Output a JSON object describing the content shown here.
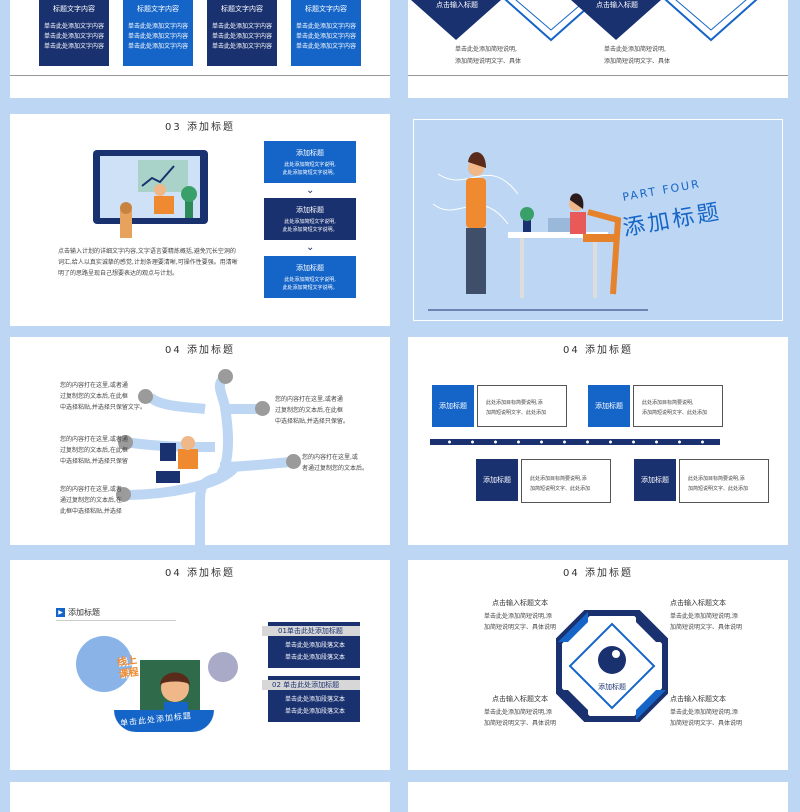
{
  "colors": {
    "bg": "#bcd6f4",
    "navy": "#1a3170",
    "blue": "#1565c8",
    "light": "#aac9ef",
    "gray": "#9b9b9b",
    "orange": "#f08a30"
  },
  "slide1": {
    "cards": [
      {
        "title": "标题文字内容",
        "lines": [
          "单击此处添加文字内容",
          "单击此处添加文字内容",
          "单击此处添加文字内容"
        ]
      },
      {
        "title": "标题文字内容",
        "lines": [
          "单击此处添加文字内容",
          "单击此处添加文字内容",
          "单击此处添加文字内容"
        ]
      },
      {
        "title": "标题文字内容",
        "lines": [
          "单击此处添加文字内容",
          "单击此处添加文字内容",
          "单击此处添加文字内容"
        ]
      },
      {
        "title": "标题文字内容",
        "lines": [
          "单击此处添加文字内容",
          "单击此处添加文字内容",
          "单击此处添加文字内容"
        ]
      }
    ]
  },
  "slide2": {
    "left": {
      "label": "点击输入标题",
      "lines": [
        "单击此处添加简短说明,",
        "添加简短说明文字、具体"
      ]
    },
    "right": {
      "label": "点击输入标题",
      "lines": [
        "单击此处添加简短说明,",
        "添加简短说明文字、具体"
      ]
    }
  },
  "slide3": {
    "title": "03  添加标题",
    "desc": [
      "点击输入计划的详细文字内容,文字语言要精炼概括,避免冗长空洞的",
      "词汇,给人以真实诚挚的感觉,计划条理要清晰,可操作性要强。用清晰",
      "明了的思路呈现自己想要表达的观点与计划。"
    ],
    "steps": [
      {
        "title": "添加标题",
        "lines": [
          "此处添加简短文字说明,",
          "此处添加简短文字说明。"
        ]
      },
      {
        "title": "添加标题",
        "lines": [
          "此处添加简短文字说明,",
          "此处添加简短文字说明。"
        ]
      },
      {
        "title": "添加标题",
        "lines": [
          "此处添加简短文字说明,",
          "此处添加简短文字说明。"
        ]
      }
    ]
  },
  "slide4": {
    "part": "PART FOUR",
    "title": "添加标题"
  },
  "slide5": {
    "title": "04  添加标题",
    "blocks": [
      {
        "lines": [
          "您的内容打在这里,或者通",
          "过复制您的文本后,在此框",
          "中选择粘贴,并选择只保留文字。"
        ]
      },
      {
        "lines": [
          "您的内容打在这里,或者通",
          "过复制您的文本后,在此框",
          "中选择粘贴,并选择只保留"
        ]
      },
      {
        "lines": [
          "您的内容打在这里,或者",
          "通过复制您的文本后,在",
          "此框中选择粘贴,并选择"
        ]
      },
      {
        "lines": [
          "您的内容打在这里,或者通",
          "过复制您的文本后,在此框",
          "中选择粘贴,并选择只保留。"
        ]
      },
      {
        "lines": [
          "您的内容打在这里,或",
          "者通过复制您的文本后。"
        ]
      }
    ]
  },
  "slide6": {
    "title": "04  添加标题",
    "items": [
      {
        "label": "添加标题",
        "lines": [
          "此处添加目标简要说明,添",
          "加简短说明文字、此处添加"
        ]
      },
      {
        "label": "添加标题",
        "lines": [
          "此处添加目标简要说明,",
          "添加简短说明文字、此处添加"
        ]
      },
      {
        "label": "添加标题",
        "lines": [
          "此处添加目标简要说明,添",
          "加简短说明文字、此处添加"
        ]
      },
      {
        "label": "添加标题",
        "lines": [
          "此处添加目标简要说明,添",
          "加简短说明文字、此处添加"
        ]
      }
    ]
  },
  "slide7": {
    "title": "04  添加标题",
    "tag": "添加标题",
    "badge": [
      "线上",
      "课程"
    ],
    "banner": "单击此处添加标题",
    "items": [
      {
        "title": "01单击此处添加标题",
        "lines": [
          "单击此处添加段落文本",
          "单击此处添加段落文本"
        ]
      },
      {
        "title": "02  单击此处添加标题",
        "lines": [
          "单击此处添加段落文本",
          "单击此处添加段落文本"
        ]
      }
    ]
  },
  "slide8": {
    "title": "04  添加标题",
    "center": "添加标题",
    "corners": [
      {
        "title": "点击输入标题文本",
        "lines": [
          "单击此处添加简短说明,添",
          "加简短说明文字、具体说明"
        ]
      },
      {
        "title": "点击输入标题文本",
        "lines": [
          "单击此处添加简短说明,添",
          "加简短说明文字、具体说明"
        ]
      },
      {
        "title": "点击输入标题文本",
        "lines": [
          "单击此处添加简短说明,添",
          "加简短说明文字、具体说明"
        ]
      },
      {
        "title": "点击输入标题文本",
        "lines": [
          "单击此处添加简短说明,添",
          "加简短说明文字、具体说明"
        ]
      }
    ]
  }
}
